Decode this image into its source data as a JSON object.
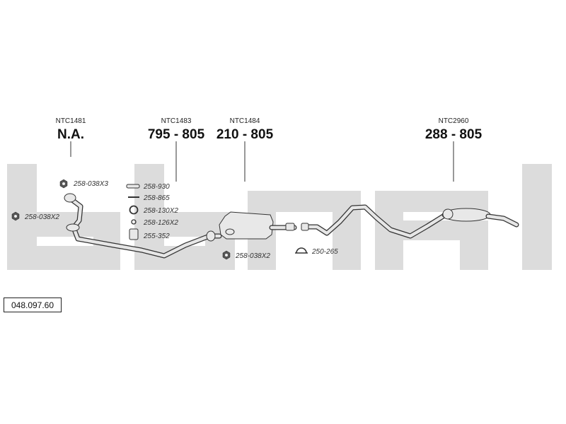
{
  "watermark": {
    "color": "#dcdcdc"
  },
  "code": "048.097.60",
  "sections": [
    {
      "ntc": "NTC1481",
      "numbers": "N.A."
    },
    {
      "ntc": "NTC1483",
      "numbers": "795 - 805"
    },
    {
      "ntc": "NTC1484",
      "numbers": "210 - 805"
    },
    {
      "ntc": "NTC2960",
      "numbers": "288 - 805"
    }
  ],
  "parts": [
    {
      "label": "258-038X3",
      "icon": "nut-icon"
    },
    {
      "label": "258-038X2",
      "icon": "nut-icon"
    },
    {
      "label": "258-930",
      "icon": "bolt-icon"
    },
    {
      "label": "258-865",
      "icon": "screw-icon"
    },
    {
      "label": "258-130X2",
      "icon": "ring-icon"
    },
    {
      "label": "258-126X2",
      "icon": "small-ring-icon"
    },
    {
      "label": "255-352",
      "icon": "sleeve-icon"
    },
    {
      "label": "258-038X2",
      "icon": "nut-icon"
    },
    {
      "label": "250-265",
      "icon": "clamp-icon"
    }
  ]
}
